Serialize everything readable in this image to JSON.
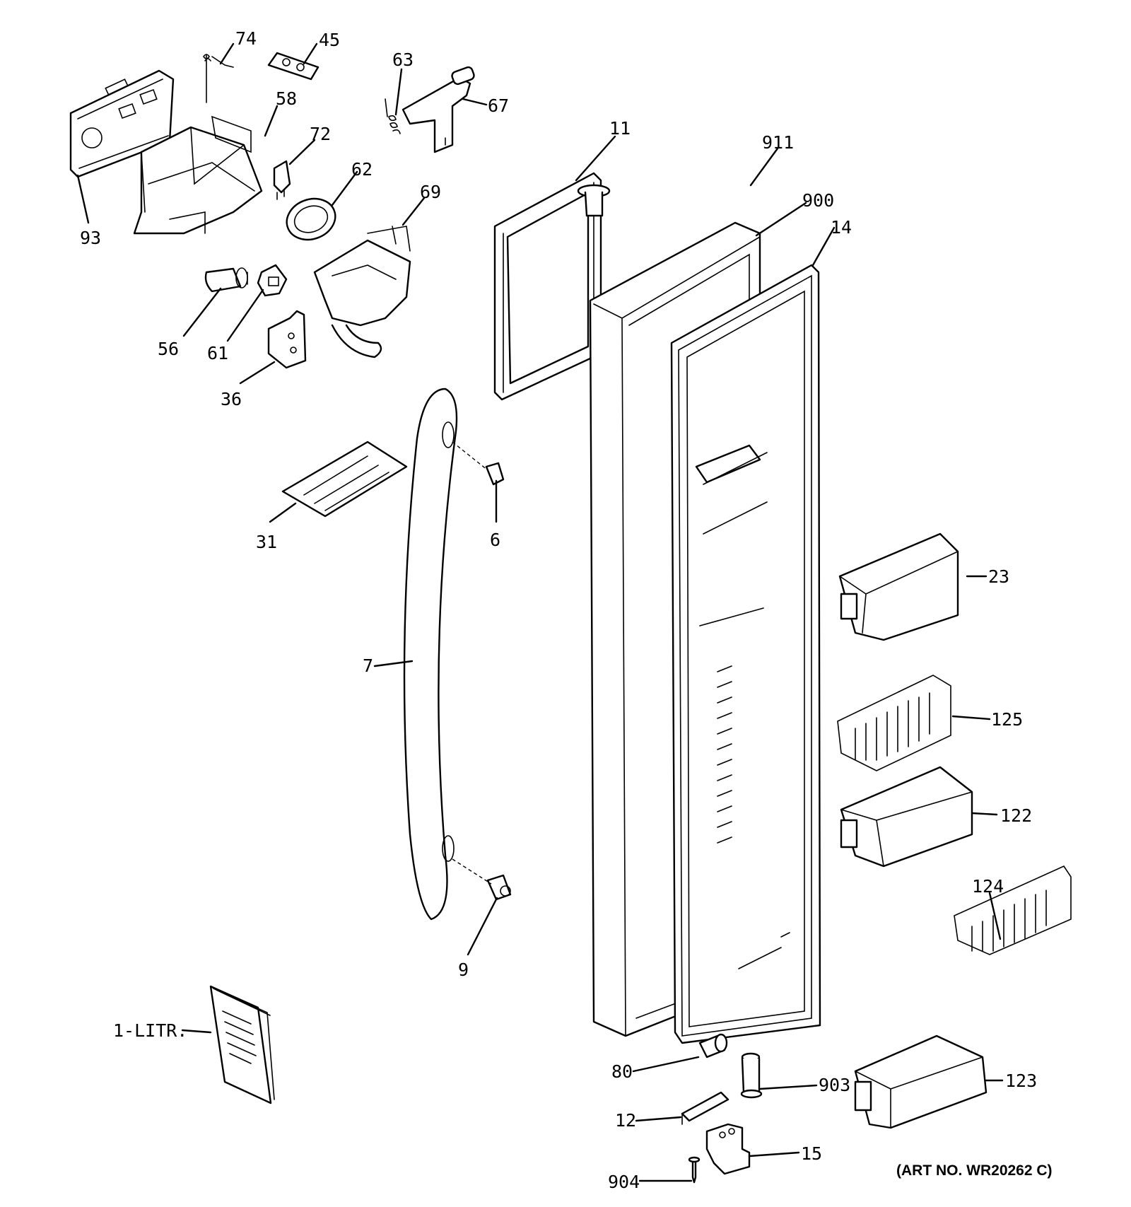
{
  "diagram": {
    "art_number": "(ART NO. WR20262 C)",
    "callouts": {
      "p74": "74",
      "p45": "45",
      "p63": "63",
      "p67": "67",
      "p58": "58",
      "p72": "72",
      "p62": "62",
      "p69": "69",
      "p93": "93",
      "p56": "56",
      "p61": "61",
      "p36": "36",
      "p11": "11",
      "p911": "911",
      "p900": "900",
      "p14": "14",
      "p31": "31",
      "p6": "6",
      "p7": "7",
      "p9": "9",
      "p23": "23",
      "p125": "125",
      "p122": "122",
      "p124": "124",
      "p123": "123",
      "p1litr": "1-LITR.",
      "p80": "80",
      "p903": "903",
      "p12": "12",
      "p15": "15",
      "p904": "904"
    }
  }
}
